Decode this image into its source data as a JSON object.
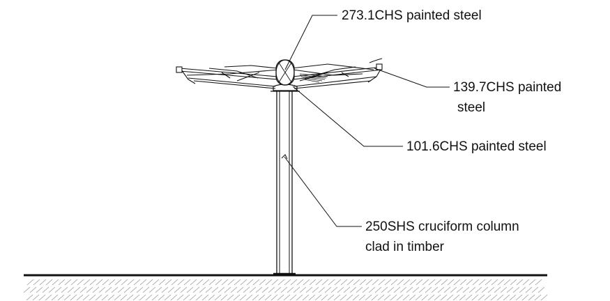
{
  "annotations": {
    "top_chs": "273.1CHS painted steel",
    "mid_chs_line1": "139.7CHS painted",
    "mid_chs_line2": "steel",
    "small_chs": "101.6CHS painted steel",
    "column_line1": "250SHS cruciform column",
    "column_line2": "clad in timber"
  },
  "colors": {
    "ink": "#111111",
    "ground_hatch": "#9a9a9a",
    "background": "#ffffff"
  }
}
